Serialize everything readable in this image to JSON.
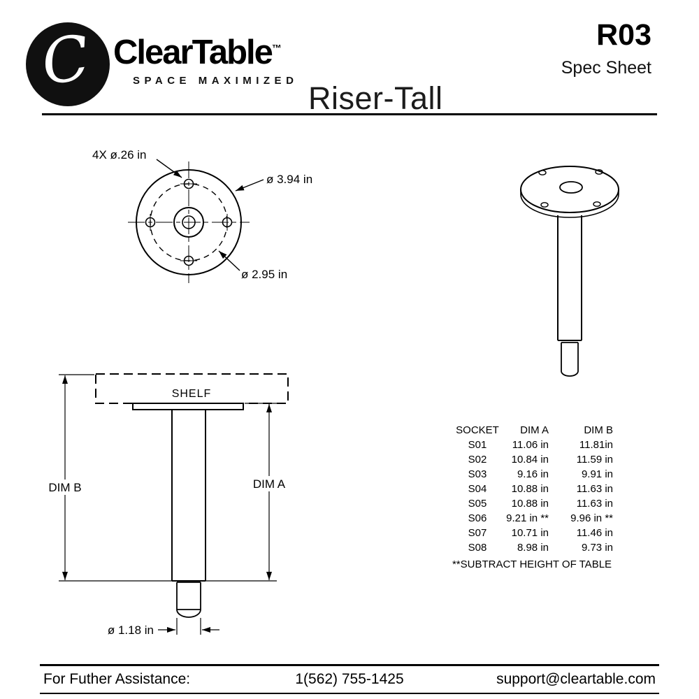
{
  "header": {
    "logo_letter": "C",
    "brand": "ClearTable",
    "brand_tm": "™",
    "tagline": "SPACE MAXIMIZED",
    "title": "Riser-Tall",
    "doc_code": "R03",
    "doc_type": "Spec Sheet"
  },
  "top_view": {
    "bolt_hole_note": "4X ø.26 in",
    "outer_diameter": "ø 3.94 in",
    "bolt_circle_diameter": "ø 2.95 in"
  },
  "elevation": {
    "shelf_label": "SHELF",
    "dim_b_label": "DIM B",
    "dim_a_label": "DIM A",
    "tip_diameter": "ø 1.18 in"
  },
  "spec_table": {
    "headers": [
      "SOCKET",
      "DIM A",
      "DIM B"
    ],
    "rows": [
      [
        "S01",
        "11.06 in",
        "11.81in"
      ],
      [
        "S02",
        "10.84 in",
        "11.59 in"
      ],
      [
        "S03",
        "9.16 in",
        "9.91 in"
      ],
      [
        "S04",
        "10.88 in",
        "11.63 in"
      ],
      [
        "S05",
        "10.88 in",
        "11.63 in"
      ],
      [
        "S06",
        "9.21 in **",
        "9.96 in **"
      ],
      [
        "S07",
        "10.71 in",
        "11.46 in"
      ],
      [
        "S08",
        "8.98 in",
        "9.73 in"
      ]
    ],
    "footnote": "**SUBTRACT HEIGHT OF TABLE"
  },
  "footer": {
    "assistance_label": "For Futher Assistance:",
    "phone": "1(562) 755-1425",
    "email": "support@cleartable.com"
  }
}
